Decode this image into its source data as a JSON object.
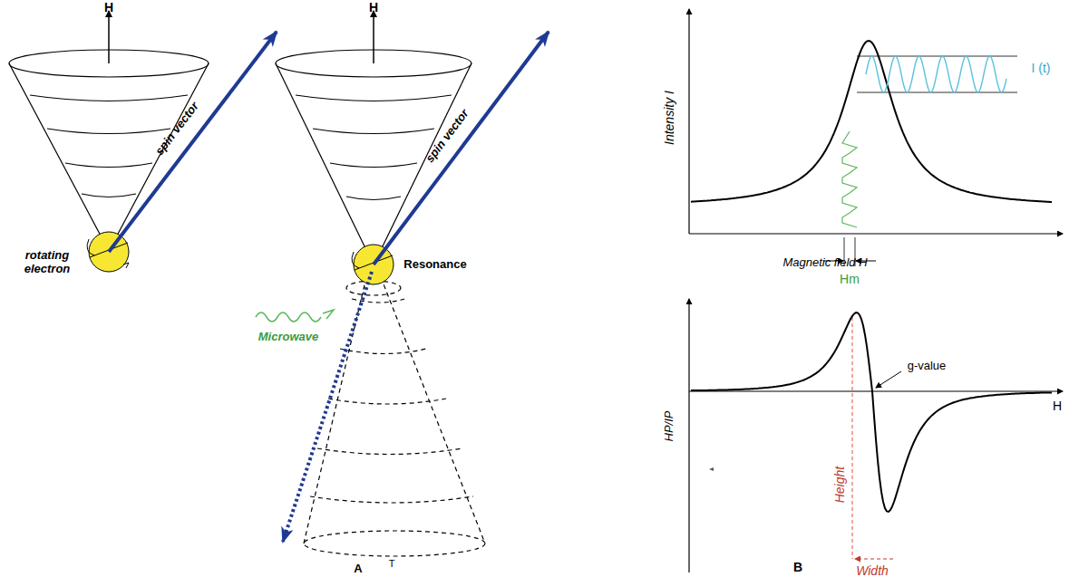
{
  "diagram": {
    "labels": [
      "H",
      "H",
      "spin vector",
      "spin vector",
      "rotating electron",
      "Resonance",
      "Microwave",
      "T",
      "A",
      "Intensity I",
      "I (t)",
      "Hm",
      "Magnetic field H",
      "HP/IP",
      "g-value",
      "Height",
      "Width",
      "H",
      "B"
    ]
  }
}
